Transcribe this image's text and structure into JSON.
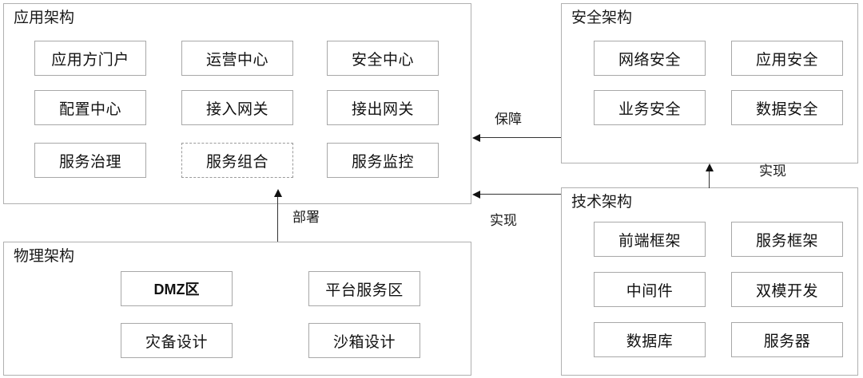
{
  "diagram": {
    "type": "architecture-diagram",
    "background": "#ffffff",
    "border_color": "#b0b0b0",
    "node_border_color": "#a8a8a8",
    "text_color": "#111111"
  },
  "panels": {
    "application": {
      "title": "应用架构",
      "nodes": [
        {
          "label": "应用方门户",
          "style": "solid"
        },
        {
          "label": "运营中心",
          "style": "solid"
        },
        {
          "label": "安全中心",
          "style": "solid"
        },
        {
          "label": "配置中心",
          "style": "solid"
        },
        {
          "label": "接入网关",
          "style": "solid"
        },
        {
          "label": "接出网关",
          "style": "solid"
        },
        {
          "label": "服务治理",
          "style": "solid"
        },
        {
          "label": "服务组合",
          "style": "dashed"
        },
        {
          "label": "服务监控",
          "style": "solid"
        }
      ]
    },
    "security": {
      "title": "安全架构",
      "nodes": [
        {
          "label": "网络安全",
          "style": "solid"
        },
        {
          "label": "应用安全",
          "style": "solid"
        },
        {
          "label": "业务安全",
          "style": "solid"
        },
        {
          "label": "数据安全",
          "style": "solid"
        }
      ]
    },
    "physical": {
      "title": "物理架构",
      "nodes": [
        {
          "label": "DMZ区",
          "style": "bold"
        },
        {
          "label": "平台服务区",
          "style": "solid"
        },
        {
          "label": "灾备设计",
          "style": "solid"
        },
        {
          "label": "沙箱设计",
          "style": "solid"
        }
      ]
    },
    "technical": {
      "title": "技术架构",
      "nodes": [
        {
          "label": "前端框架",
          "style": "solid"
        },
        {
          "label": "服务框架",
          "style": "solid"
        },
        {
          "label": "中间件",
          "style": "solid"
        },
        {
          "label": "双模开发",
          "style": "solid"
        },
        {
          "label": "数据库",
          "style": "solid"
        },
        {
          "label": "服务器",
          "style": "solid"
        }
      ]
    }
  },
  "connections": [
    {
      "label": "保障",
      "from": "security",
      "to": "application",
      "direction": "left"
    },
    {
      "label": "实现",
      "from": "technical",
      "to": "application",
      "direction": "left"
    },
    {
      "label": "部署",
      "from": "physical",
      "to": "application",
      "direction": "up"
    },
    {
      "label": "实现",
      "from": "technical",
      "to": "security",
      "direction": "up"
    }
  ]
}
